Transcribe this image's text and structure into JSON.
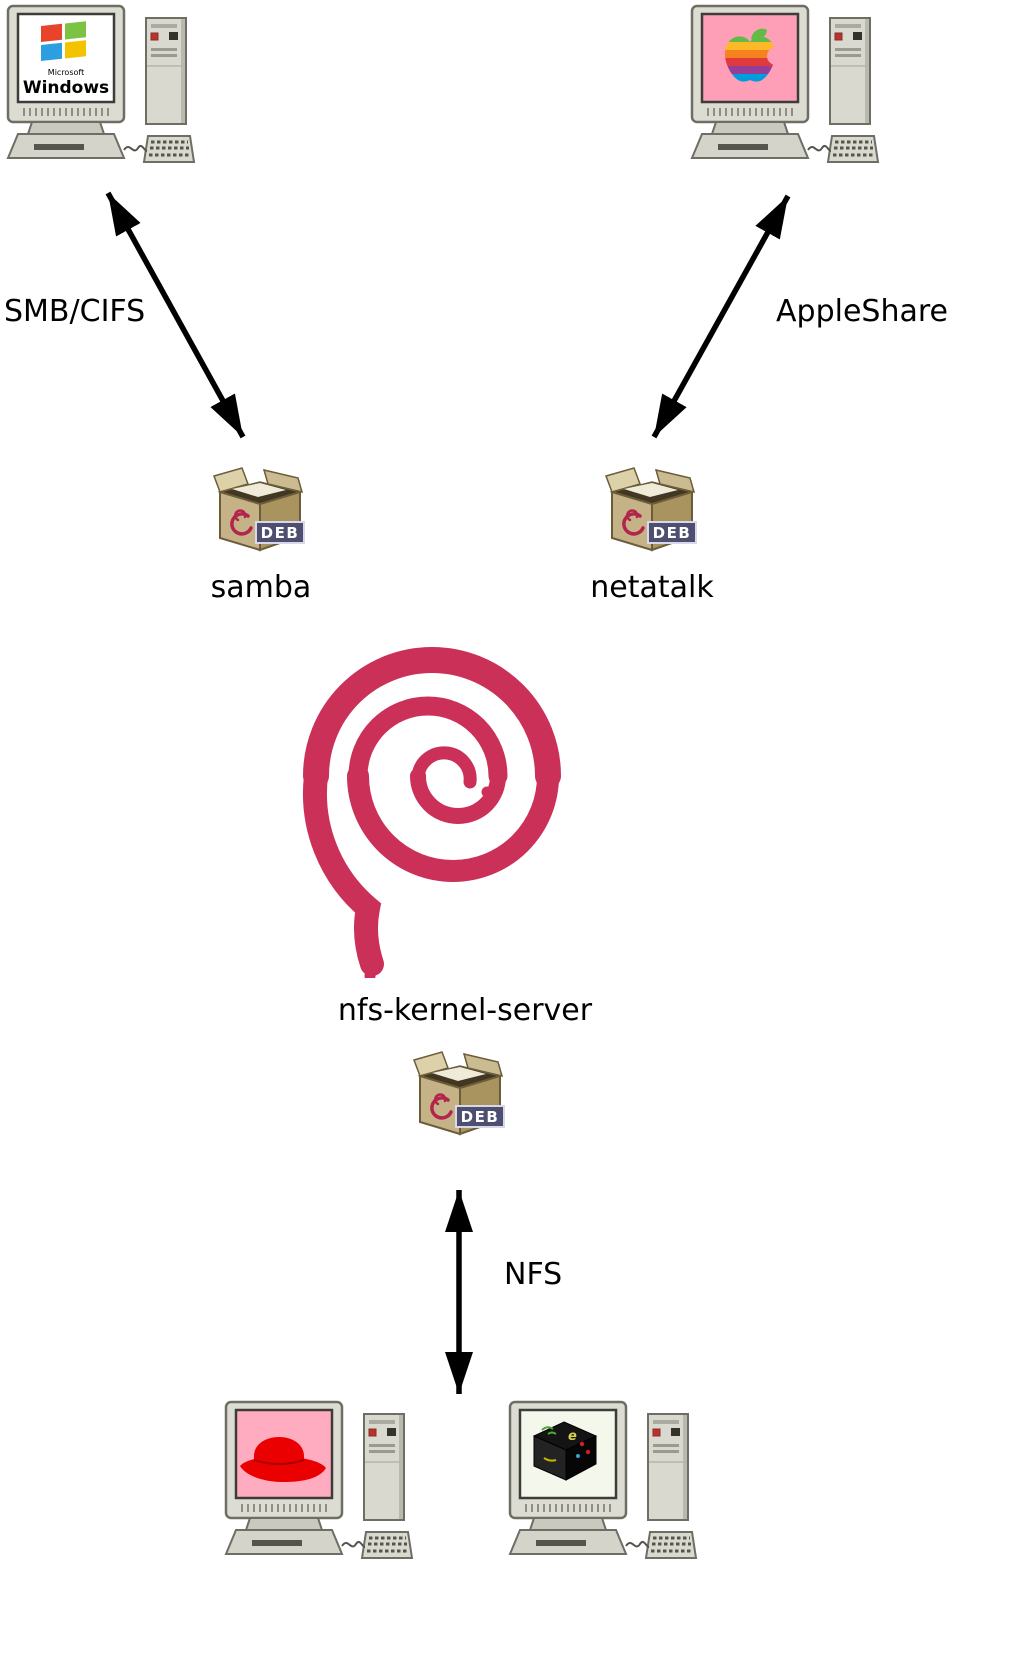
{
  "colors": {
    "background": "#ffffff",
    "debian_red": "#cb3158",
    "arrow_black": "#000000",
    "package_tan": "#c6b287",
    "mac_screen_pink": "#ff9fb7",
    "redhat_screen_pink": "#ffacc0"
  },
  "protocols": {
    "smb": "SMB/CIFS",
    "appleshare": "AppleShare",
    "nfs": "NFS"
  },
  "packages": {
    "samba": "samba",
    "netatalk": "netatalk",
    "nfs_kernel_server": "nfs-kernel-server"
  },
  "deb_badge": "DEB",
  "windows_screen": {
    "brand_top": "Microsoft",
    "brand_main": "Windows"
  },
  "unix_screen_glyph": "e"
}
